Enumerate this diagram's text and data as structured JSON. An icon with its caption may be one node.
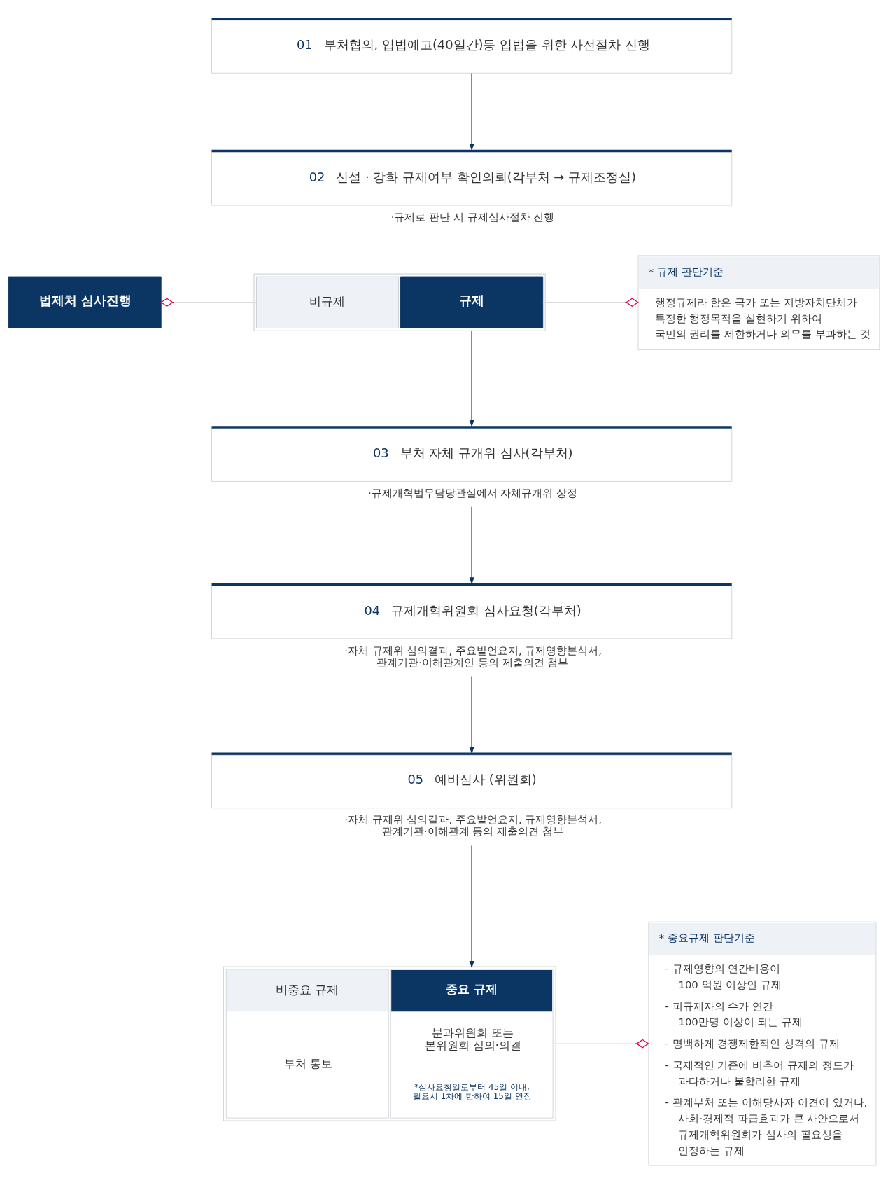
{
  "diagram": {
    "nodes": [
      {
        "text": [
          "01",
          "부처협의, 입법예고(40일간)등 입법을 위한 사전절차 진행"
        ]
      },
      {
        "text": [
          "02",
          "신설 · 강화 규제여부 확인의뢰(각부처 → 규제조정실)"
        ],
        "beside": [
          "·규제로 판단 시 규제심사절차 진행"
        ]
      },
      {
        "text": [
          "법제처 심사진행"
        ]
      },
      {
        "text": [],
        "shape": "box"
      },
      {
        "text": [
          "비규제"
        ],
        "in": 3
      },
      {
        "text": [
          "규제"
        ],
        "in": 3
      },
      {
        "text": [
          "* 규제 판단기준",
          "행정규제라 함은 국가 또는 지방자치단체가 특정한 행정목적을 실현하기 위하여 국민의 권리를 제한하거나 의무를 부과하는 것"
        ]
      },
      {
        "text": [
          "03",
          "부처 자체 규개위 심사(각부처)"
        ],
        "beside": [
          "·규제개혁법무담당관실에서 자체규개위 상정"
        ]
      },
      {
        "text": [
          "04",
          "규제개혁위원회 심사요청(각부처)"
        ],
        "beside": [
          "·자체 규제위 심의결과, 주요발언요지, 규제영향분석서, 관계기관·이해관계인 등의 제출의견 첨부"
        ]
      },
      {
        "text": [
          "05",
          "예비심사 (위원회)"
        ],
        "beside": [
          "·자체 규제위 심의결과, 주요발언요지, 규제영향분석서, 관계기관·이해관계 등의 제출의견 첨부"
        ]
      },
      {
        "text": [],
        "shape": "box"
      },
      {
        "text": [
          "비중요 규제",
          "부처 통보"
        ],
        "in": 10
      },
      {
        "text": [
          "중요 규제",
          "분과위원회 또는 본위원회 심의·의결",
          "*심사요청일로부터 45일 이내, 필요시 1차에 한하여 15일 연장"
        ],
        "in": 10
      },
      {
        "text": [
          "* 중요규제 판단기준",
          "- 규제영향의 연간비용이 100 억원 이상인 규제",
          "- 피규제자의 수가 연간 100만명 이상이 되는 규제",
          "- 명백하게 경쟁제한적인 성격의 규제",
          "- 국제적인 기준에 비추어 규제의 정도가 과다하거나 불합리한 규제",
          "- 관계부처 또는 이해당사자 이견이 있거나, 사회·경제적 파급효과가 큰 사안으로서 규제개혁위원회가 심사의 필요성을 인정하는 규제"
        ]
      }
    ],
    "edges": [
      {
        "from": 0,
        "to": 1,
        "arrow": "to"
      },
      {
        "from": 4,
        "to": 2,
        "arrow": "other",
        "color": "#dcdcdc"
      },
      {
        "from": 5,
        "to": 6,
        "arrow": "other",
        "color": "#dcdcdc"
      },
      {
        "from": 3,
        "to": 7,
        "arrow": "to"
      },
      {
        "from": 7,
        "to": 8,
        "arrow": "to"
      },
      {
        "from": 8,
        "to": 9,
        "arrow": "to"
      },
      {
        "from": 9,
        "to": 10,
        "arrow": "to"
      },
      {
        "from": 12,
        "to": 13,
        "arrow": "other",
        "color": "#dcdcdc"
      }
    ]
  }
}
